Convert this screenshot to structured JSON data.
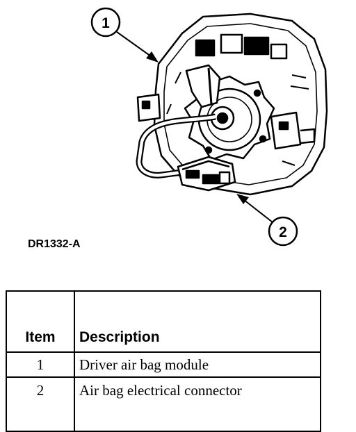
{
  "figure": {
    "code": "DR1332-A",
    "callouts": [
      "1",
      "2"
    ]
  },
  "legend": {
    "headers": {
      "item": "Item",
      "description": "Description"
    },
    "rows": [
      {
        "item": "1",
        "description": "Driver air bag module"
      },
      {
        "item": "2",
        "description": "Air bag electrical connector"
      }
    ]
  }
}
